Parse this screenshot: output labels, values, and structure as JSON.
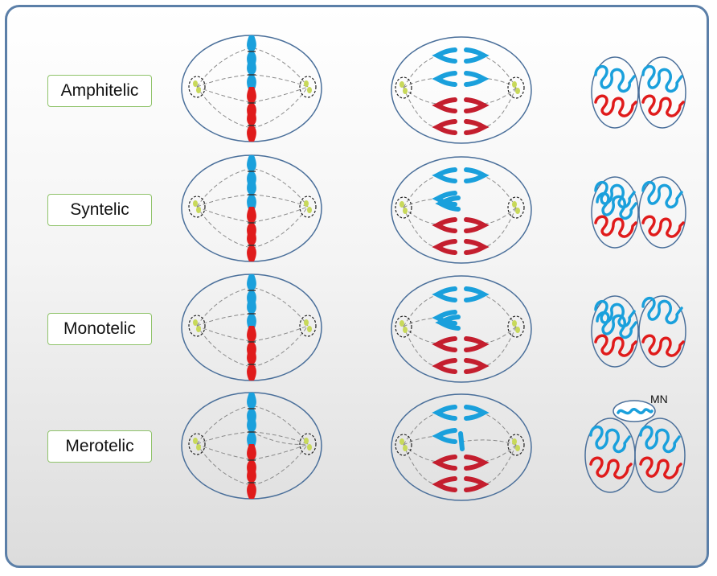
{
  "rows": [
    {
      "label": "Amphitelic"
    },
    {
      "label": "Syntelic"
    },
    {
      "label": "Monotelic"
    },
    {
      "label": "Merotelic"
    }
  ],
  "micronucleus_label": "MN",
  "colors": {
    "chromatid_blue": "#1aa0dc",
    "chromatid_red": "#e01b1b",
    "cell_outline": "#4a6f9a",
    "label_border": "#8fc36a",
    "centrosome_fill": "#c8d95a"
  },
  "columns": [
    "metaphase-cell",
    "anaphase-cell",
    "daughter-cells"
  ]
}
